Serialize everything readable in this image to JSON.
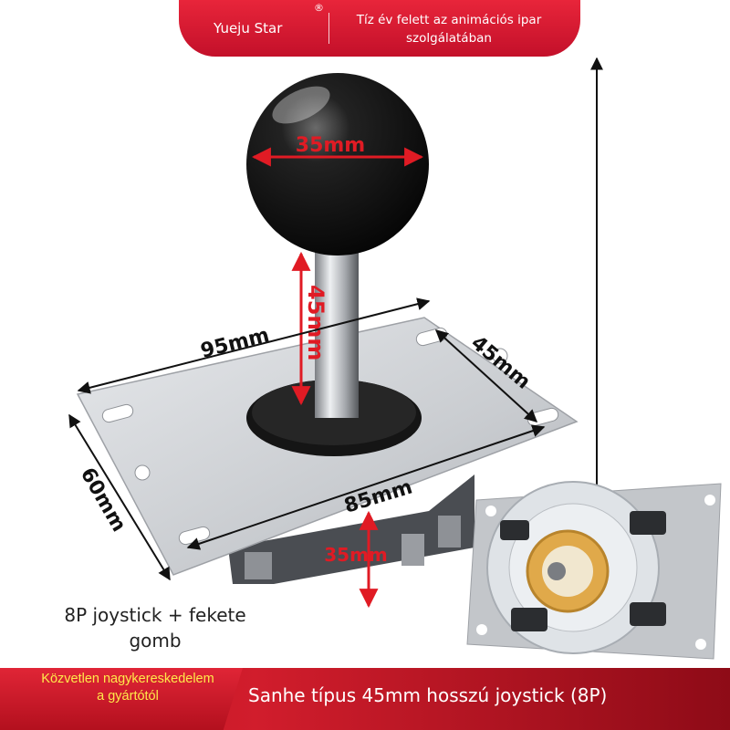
{
  "banner": {
    "brand": "Yueju Star",
    "registered_mark": "®",
    "tagline": "Tíz év felett az animációs ipar szolgálatában"
  },
  "dimensions": {
    "ball_diameter": "35mm",
    "shaft_length": "45mm",
    "plate_length_top": "95mm",
    "plate_width_right": "45mm",
    "plate_width_left": "60mm",
    "plate_length_bottom": "85mm",
    "base_height": "35mm"
  },
  "caption": "8P joystick + fekete gomb",
  "footer": {
    "left_text": "Közvetlen nagykereskedelem a gyártótól",
    "title": "Sanhe típus 45mm hosszú joystick (8P)"
  },
  "colors": {
    "banner_red": "#d41a30",
    "footer_yellow": "#ffe94a",
    "dimension_red": "#e01b24",
    "ball_black": "#111111",
    "plate_silver": "#cfd2d6"
  }
}
